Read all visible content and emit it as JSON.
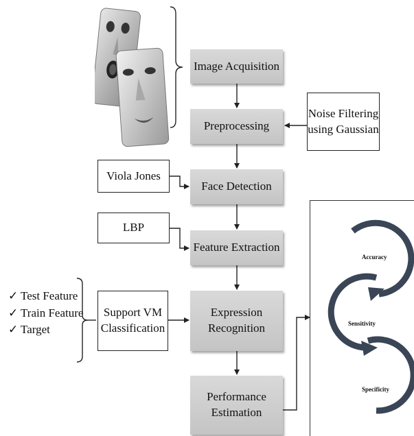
{
  "stages": {
    "image_acquisition": "Image Acquisition",
    "preprocessing": "Preprocessing",
    "face_detection": "Face Detection",
    "feature_extraction": "Feature Extraction",
    "expression_recognition": [
      "Expression",
      "Recognition"
    ],
    "performance_estimation": [
      "Performance",
      "Estimation"
    ]
  },
  "side_inputs": {
    "noise_filtering": [
      "Noise Filtering",
      "using Gaussian"
    ],
    "viola_jones": "Viola Jones",
    "lbp": "LBP",
    "svm": [
      "Support VM",
      "Classification"
    ]
  },
  "checklist": {
    "mark": "✓",
    "items": [
      "Test Feature",
      "Train Feature",
      "Target"
    ]
  },
  "metrics": [
    "Accuracy",
    "Sensitivity",
    "Specificity"
  ],
  "colors": {
    "stage_fill": "#cfcfcf",
    "arc": "#3a4556",
    "line": "#222222"
  }
}
